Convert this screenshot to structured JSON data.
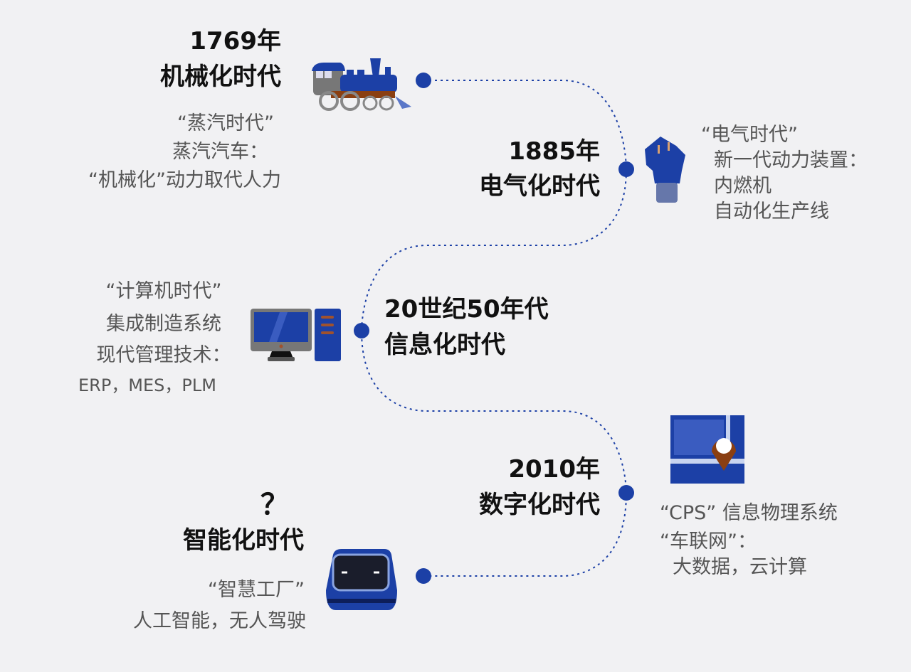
{
  "colors": {
    "accent": "#1c40a6",
    "background": "#f1f1f3",
    "title": "#111111",
    "desc": "#555555",
    "brown": "#8a3f12"
  },
  "eras": [
    {
      "year": "1769年",
      "name": "机械化时代",
      "icon": "steam-locomotive-icon",
      "desc": [
        "“蒸汽时代”",
        "蒸汽汽车：",
        "“机械化”动力取代人力"
      ]
    },
    {
      "year": "1885年",
      "name": "电气化时代",
      "icon": "engine-icon",
      "desc": [
        "“电气时代”",
        "新一代动力装置：",
        "内燃机",
        "自动化生产线"
      ]
    },
    {
      "year": "20世纪50年代",
      "name": "信息化时代",
      "icon": "computer-icon",
      "desc": [
        "“计算机时代”",
        "集成制造系统",
        "现代管理技术：",
        "ERP，MES，PLM"
      ]
    },
    {
      "year": "2010年",
      "name": "数字化时代",
      "icon": "map-pin-icon",
      "desc": [
        "“CPS”  信息物理系统",
        "“车联网”：",
        "大数据，云计算"
      ]
    },
    {
      "year": "？",
      "name": "智能化时代",
      "icon": "autonomous-vehicle-icon",
      "desc": [
        "“智慧工厂”",
        "人工智能，无人驾驶"
      ]
    }
  ]
}
